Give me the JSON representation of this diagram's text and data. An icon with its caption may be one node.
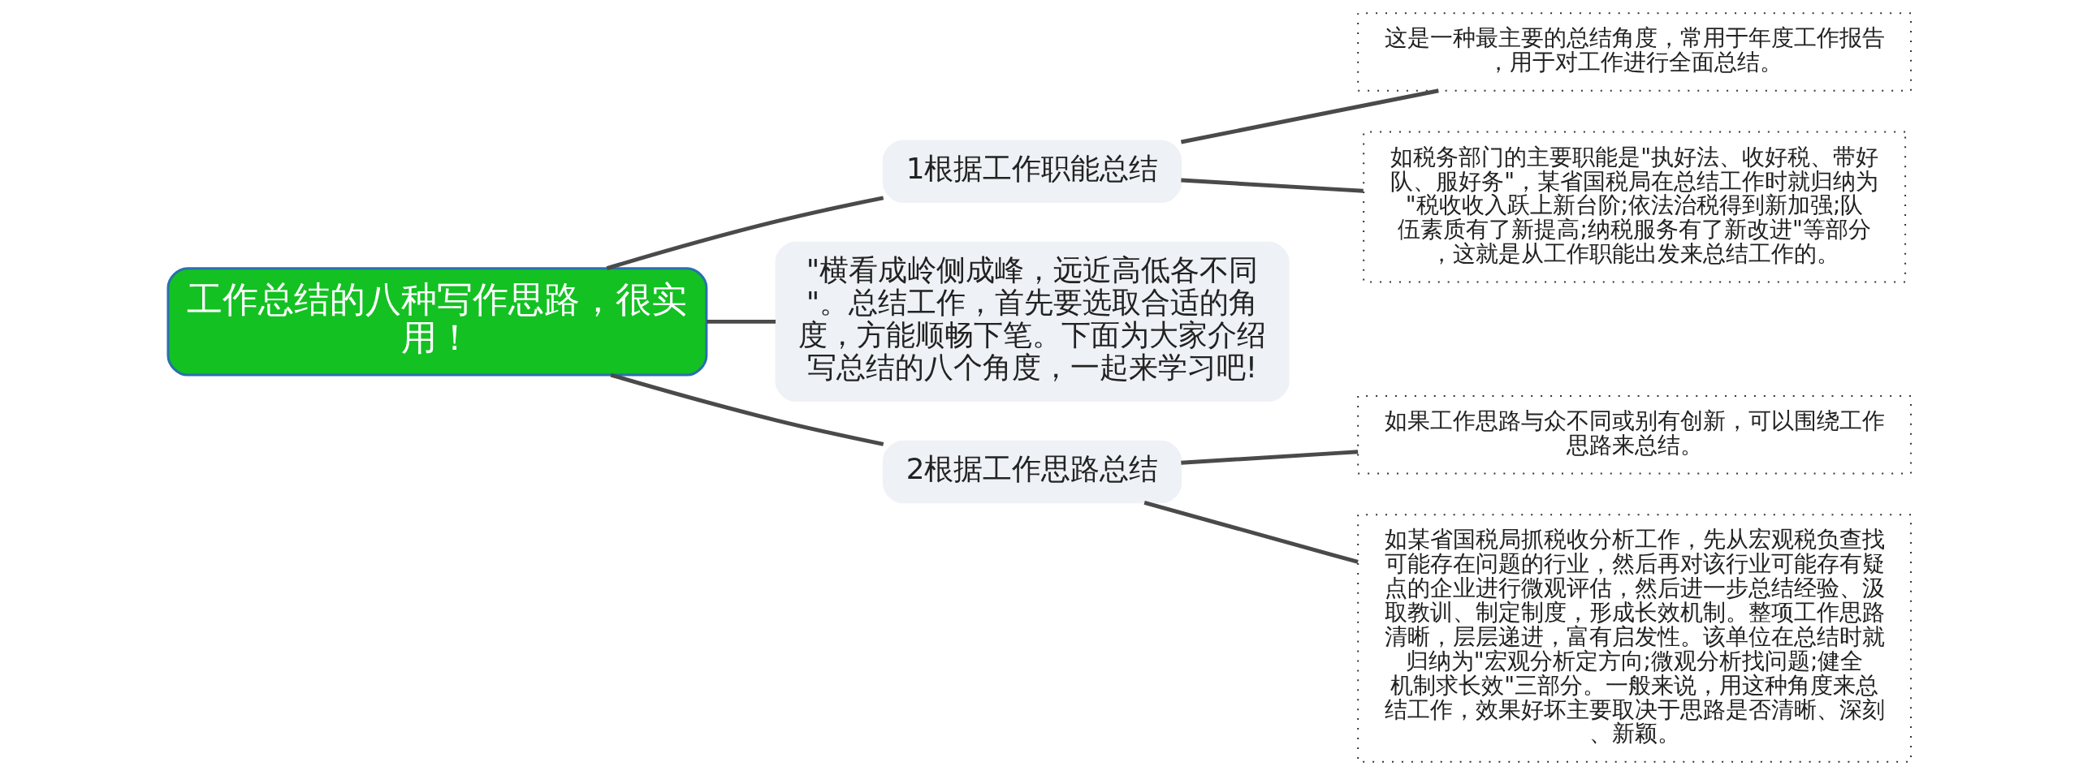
{
  "diagram": {
    "nodes": [
      {
        "text": [
          "工作总结的八种写作思路，很实用！"
        ]
      },
      {
        "text": [
          "1根据工作职能总结"
        ]
      },
      {
        "text": [
          "这是一种最主要的总结角度，常用于年度工作报告，用于对工作进行全面总结。"
        ]
      },
      {
        "text": [
          "如税务部门的主要职能是\"执好法、收好税、带好队、服好务\"，某省国税局在总结工作时就归纳为\"税收收入跃上新台阶;依法治税得到新加强;队伍素质有了新提高;纳税服务有了新改进\"等部分，这就是从工作职能出发来总结工作的。"
        ]
      },
      {
        "text": [
          "\"横看成岭侧成峰，远近高低各不同\"。总结工作，首先要选取合适的角度，方能顺畅下笔。下面为大家介绍写总结的八个角度，一起来学习吧!"
        ]
      },
      {
        "text": [
          "2根据工作思路总结"
        ]
      },
      {
        "text": [
          "如果工作思路与众不同或别有创新，可以围绕工作思路来总结。"
        ]
      },
      {
        "text": [
          "如某省国税局抓税收分析工作，先从宏观税负查找可能存在问题的行业，然后再对该行业可能存有疑点的企业进行微观评估，然后进一步总结经验、汲取教训、制定制度，形成长效机制。整项工作思路清晰，层层递进，富有启发性。该单位在总结时就归纳为\"宏观分析定方向;微观分析找问题;健全机制求长效\"三部分。一般来说，用这种角度来总结工作，效果好坏主要取决于思路是否清晰、深刻、新颖。"
        ]
      }
    ],
    "edges": [
      {
        "from": 0,
        "to": 1,
        "arrow": "none"
      },
      {
        "from": 1,
        "to": 2,
        "arrow": "none"
      },
      {
        "from": 1,
        "to": 3,
        "arrow": "none"
      },
      {
        "from": 0,
        "to": 4,
        "arrow": "none"
      },
      {
        "from": 0,
        "to": 5,
        "arrow": "none"
      },
      {
        "from": 5,
        "to": 6,
        "arrow": "none"
      },
      {
        "from": 5,
        "to": 7,
        "arrow": "none"
      }
    ]
  }
}
